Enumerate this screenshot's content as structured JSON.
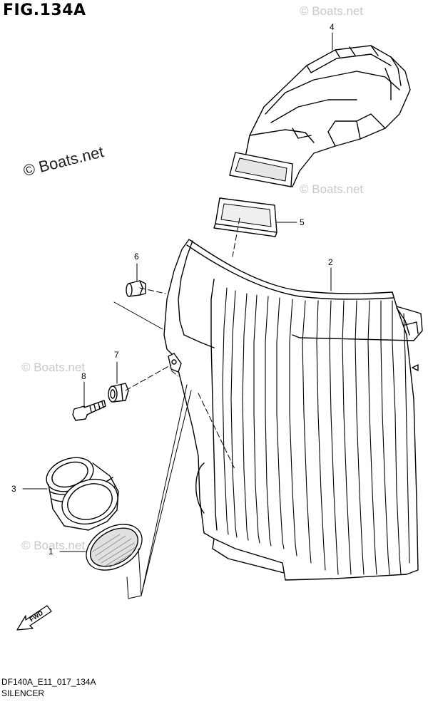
{
  "figure": {
    "title": "FIG.134A",
    "drawing_code": "DF140A_E11_017_134A",
    "caption": "SILENCER"
  },
  "watermarks": {
    "main": "© Boats.net",
    "faint": "© Boats.net"
  },
  "callouts": [
    {
      "id": "1",
      "label": "1"
    },
    {
      "id": "2",
      "label": "2"
    },
    {
      "id": "3",
      "label": "3"
    },
    {
      "id": "4",
      "label": "4"
    },
    {
      "id": "5",
      "label": "5"
    },
    {
      "id": "6",
      "label": "6"
    },
    {
      "id": "7",
      "label": "7"
    },
    {
      "id": "8",
      "label": "8"
    }
  ],
  "direction_arrow": {
    "label": "FWD"
  }
}
